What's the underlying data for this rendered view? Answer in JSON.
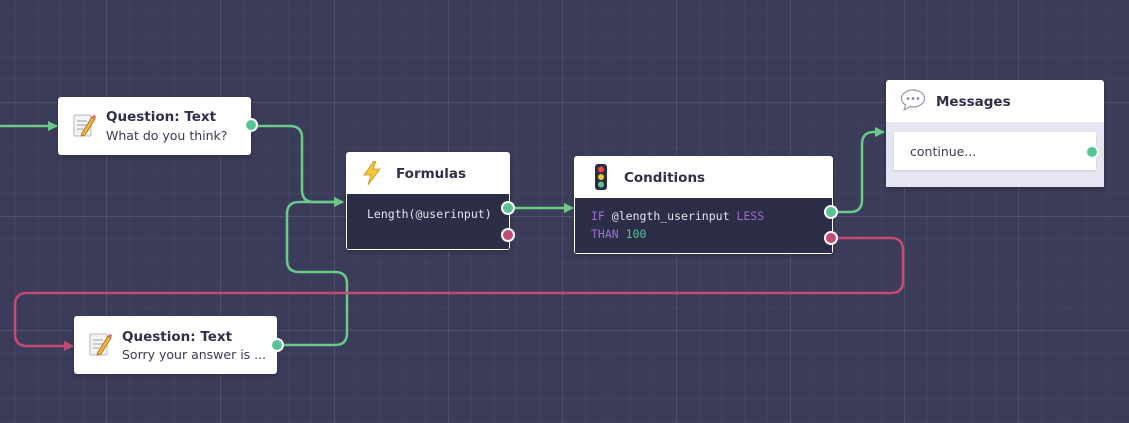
{
  "nodes": {
    "question_text_1": {
      "title": "Question: Text",
      "subtitle": "What do you think?",
      "icon": "memo-pencil-icon"
    },
    "question_text_2": {
      "title": "Question: Text",
      "subtitle": "Sorry your answer is ...",
      "icon": "memo-pencil-icon"
    },
    "formulas": {
      "title": "Formulas",
      "icon": "lightning-icon",
      "code": "Length(@userinput)"
    },
    "conditions": {
      "title": "Conditions",
      "icon": "traffic-light-icon",
      "code": {
        "kw_if": "IF",
        "var": "@length_userinput",
        "kw_less": "LESS",
        "kw_than": "THAN",
        "value": "100"
      }
    },
    "messages": {
      "title": "Messages",
      "icon": "speech-bubble-icon",
      "message": "continue..."
    }
  },
  "colors": {
    "success": "#57c596",
    "failure": "#c34a72",
    "canvas": "#3b3c5a",
    "code_bg": "#2c2d46"
  }
}
